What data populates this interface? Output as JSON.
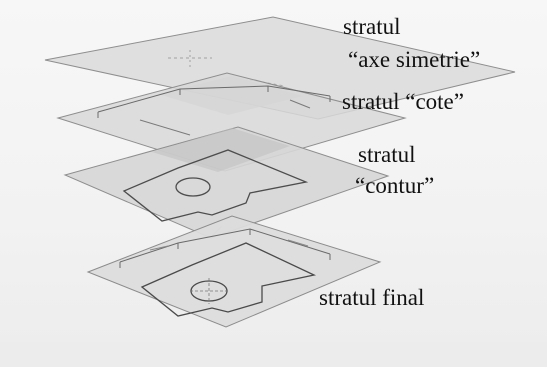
{
  "layers": {
    "axe_simetrie": {
      "line1": "stratul",
      "line2": "“axe simetrie”"
    },
    "cote": {
      "line1": "stratul “cote”"
    },
    "contur": {
      "line1": "stratul",
      "line2": "“contur”"
    },
    "final": {
      "line1": "stratul final"
    }
  },
  "colors": {
    "sheet_fill": "#d7d7d7",
    "sheet_stroke": "#8c8c8c",
    "overlap_fill": "#bdbdbd",
    "drawing_stroke": "#555555"
  }
}
